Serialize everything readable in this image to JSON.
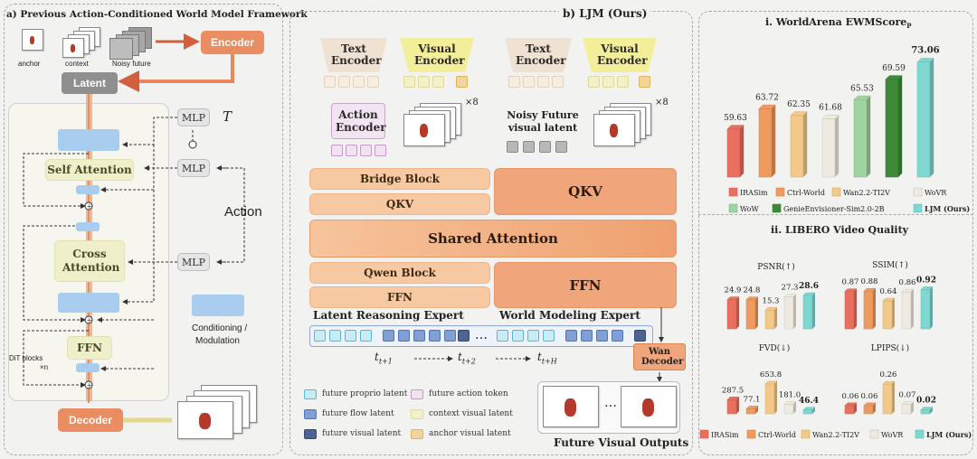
{
  "panel_a": {
    "title": "a) Previous Action-Conditioned World Model Framework",
    "anchor": "anchor",
    "context": "context",
    "noisy_future": "Noisy future",
    "encoder": "Encoder",
    "latent": "Latent",
    "self_attention": "Self Attention",
    "cross_attention": "Cross Attention",
    "ffn": "FFN",
    "decoder": "Decoder",
    "mlp": "MLP",
    "t_symbol": "T",
    "action": "Action",
    "conditioning": "Conditioning /",
    "modulation": "Modulation",
    "dit_blocks": "DiT blocks",
    "times_n": "×n"
  },
  "panel_b": {
    "title": "b) LJM (Ours)",
    "text_encoder": "Text Encoder",
    "visual_encoder": "Visual Encoder",
    "action_encoder": "Action Encoder",
    "times8": "×8",
    "noisy_future_visual_latent": "Noisy Future visual latent",
    "bridge_block": "Bridge Block",
    "qkv": "QKV",
    "qkv_big": "QKV",
    "shared_attention": "Shared Attention",
    "qwen_block": "Qwen Block",
    "ffn": "FFN",
    "ffn_big": "FFN",
    "latent_reasoning_expert": "Latent Reasoning Expert",
    "world_modeling_expert": "World Modeling Expert",
    "ellipsis": "…",
    "t1": "t",
    "t1_sub": "t+1",
    "t2": "t",
    "t2_sub": "t+2",
    "tH": "t",
    "tH_sub": "t+H",
    "wan_decoder": "Wan Decoder",
    "future_visual_outputs": "Future Visual Outputs",
    "legend": [
      {
        "label": "future proprio latent",
        "color": "#c7ecf5",
        "border": "#55b9d6"
      },
      {
        "label": "future action token",
        "color": "#f1e3f1",
        "border": "#c49bc8"
      },
      {
        "label": "future flow latent",
        "color": "#7f9fd6",
        "border": "#4f73b6"
      },
      {
        "label": "context visual latent",
        "color": "#f3f1c8",
        "border": "#dedb9a"
      },
      {
        "label": "future visual latent",
        "color": "#4f6390",
        "border": "#38476d"
      },
      {
        "label": "anchor visual latent",
        "color": "#f2d59b",
        "border": "#ddb35e"
      }
    ]
  },
  "chart_data": [
    {
      "type": "bar",
      "title": "i. WorldArena EWMScore",
      "title_sub": "P",
      "categories": [
        "IRASim",
        "Ctrl-World",
        "Wan2.2-TI2V",
        "WoVR",
        "WoW",
        "GenieEnvisioner-Sim2.0-2B",
        "LJM (Ours)"
      ],
      "values": [
        59.63,
        63.72,
        62.35,
        61.68,
        65.53,
        69.59,
        73.06
      ],
      "labels": [
        "59.63",
        "63.72",
        "62.35",
        "61.68",
        "65.53",
        "69.59",
        "73.06"
      ],
      "colors": [
        "#e9705f",
        "#ef9a5e",
        "#f3c98a",
        "#eeeae0",
        "#9fd4a2",
        "#3f8a3a",
        "#7fd8d0"
      ],
      "ylim": [
        50,
        75
      ]
    },
    {
      "type": "bar",
      "title": "ii. LIBERO Video Quality",
      "legend": [
        "IRASim",
        "Ctrl-World",
        "Wan2.2-TI2V",
        "WoVR",
        "LJM (Ours)"
      ],
      "colors": [
        "#e9705f",
        "#ef9a5e",
        "#f3c98a",
        "#eeeae0",
        "#7fd8d0"
      ],
      "subplots": [
        {
          "name": "PSNR(↑)",
          "values": [
            24.9,
            24.8,
            15.3,
            27.3,
            28.6
          ],
          "labels": [
            "24.9",
            "24.8",
            "15.3",
            "27.3",
            "28.6"
          ],
          "ylim": [
            0,
            36
          ]
        },
        {
          "name": "SSIM(↑)",
          "values": [
            0.87,
            0.88,
            0.64,
            0.86,
            0.92
          ],
          "labels": [
            "0.87",
            "0.88",
            "0.64",
            "0.86",
            "0.92"
          ],
          "ylim": [
            0,
            1.15
          ]
        },
        {
          "name": "FVD(↓)",
          "values": [
            287.5,
            77.1,
            653.8,
            181.0,
            46.4
          ],
          "labels": [
            "287.5",
            "77.1",
            "653.8",
            "181.0",
            "46.4"
          ],
          "ylim": [
            0,
            800
          ]
        },
        {
          "name": "LPIPS(↓)",
          "values": [
            0.06,
            0.06,
            0.26,
            0.07,
            0.02
          ],
          "labels": [
            "0.06",
            "0.06",
            "0.26",
            "0.07",
            "0.02"
          ],
          "ylim": [
            0,
            0.32
          ]
        }
      ]
    }
  ]
}
